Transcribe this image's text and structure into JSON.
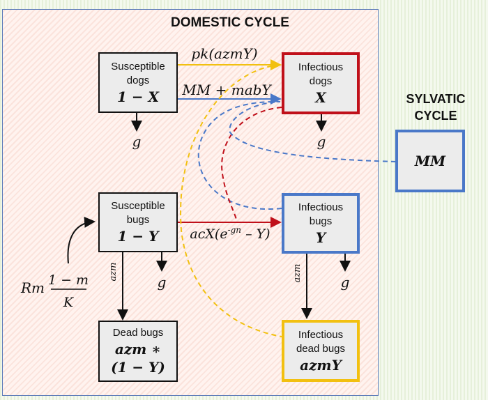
{
  "titles": {
    "domestic": "DOMESTIC CYCLE",
    "sylvatic_1": "SYLVATIC",
    "sylvatic_2": "CYCLE"
  },
  "boxes": {
    "susceptible_dogs": {
      "label_1": "Susceptible",
      "label_2": "dogs",
      "math": "1 − X"
    },
    "infectious_dogs": {
      "label_1": "Infectious",
      "label_2": "dogs",
      "math": "X"
    },
    "susceptible_bugs": {
      "label_1": "Susceptible",
      "label_2": "bugs",
      "math": "1 − Y"
    },
    "infectious_bugs": {
      "label_1": "Infectious",
      "label_2": "bugs",
      "math": "Y"
    },
    "dead_bugs": {
      "label_1": "Dead bugs",
      "math_1": "azm ∗",
      "math_2": "(1 − Y)"
    },
    "infectious_dead_bugs": {
      "label_1": "Infectious",
      "label_2": "dead bugs",
      "math": "azmY"
    },
    "sylvatic": {
      "math": "MM"
    }
  },
  "arrows": {
    "pk": "pk(azmY)",
    "mm": "MM + mabY",
    "acx_prefix": "acX(e",
    "acx_exp": "-gn",
    "acx_suffix": " – Y)",
    "g": "g",
    "azm": "azm",
    "rm": "Rm",
    "frac_num": "1 − m",
    "frac_den": "K"
  },
  "colors": {
    "yellow": "#f2c010",
    "blue": "#4a78c8",
    "red": "#c0101a"
  }
}
